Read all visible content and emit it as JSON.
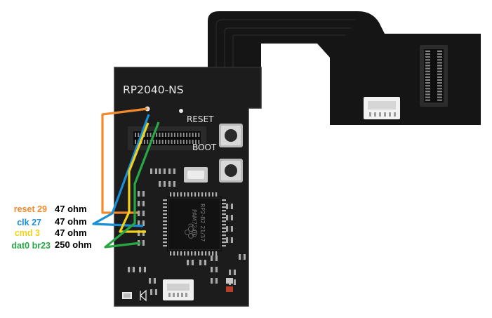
{
  "board": {
    "title": "RP2040-NS",
    "reset_label": "RESET",
    "boot_label": "BOOT",
    "chip_lines": [
      "RP2-B2  21/37",
      "PAM72.00"
    ]
  },
  "wiring": [
    {
      "signal": "reset 29",
      "resistor": "47 ohm",
      "color": "#f08a2c"
    },
    {
      "signal": "clk 27",
      "resistor": "47 ohm",
      "color": "#1a8fd6"
    },
    {
      "signal": "cmd 3",
      "resistor": "47 ohm",
      "color": "#f2d21a"
    },
    {
      "signal": "dat0 br23",
      "resistor": "250 ohm",
      "color": "#28a745"
    }
  ],
  "colors": {
    "pcb": "#1b1b1b",
    "flex": "#161616",
    "silkscreen": "#e8e8e8"
  }
}
